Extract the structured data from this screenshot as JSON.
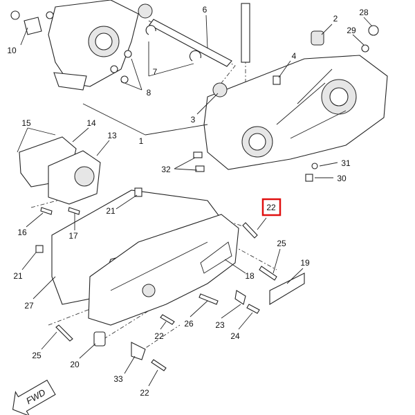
{
  "diagram": {
    "highlight_color": "#e01010",
    "highlighted_part": "22",
    "labels": [
      "6",
      "2",
      "28",
      "29",
      "10",
      "4",
      "7",
      "8",
      "3",
      "1",
      "15",
      "14",
      "13",
      "32",
      "31",
      "30",
      "22",
      "21",
      "16",
      "17",
      "25",
      "19",
      "18",
      "21",
      "27",
      "26",
      "23",
      "24",
      "22",
      "25",
      "20",
      "33",
      "22"
    ],
    "fwd_label": "FWD"
  }
}
